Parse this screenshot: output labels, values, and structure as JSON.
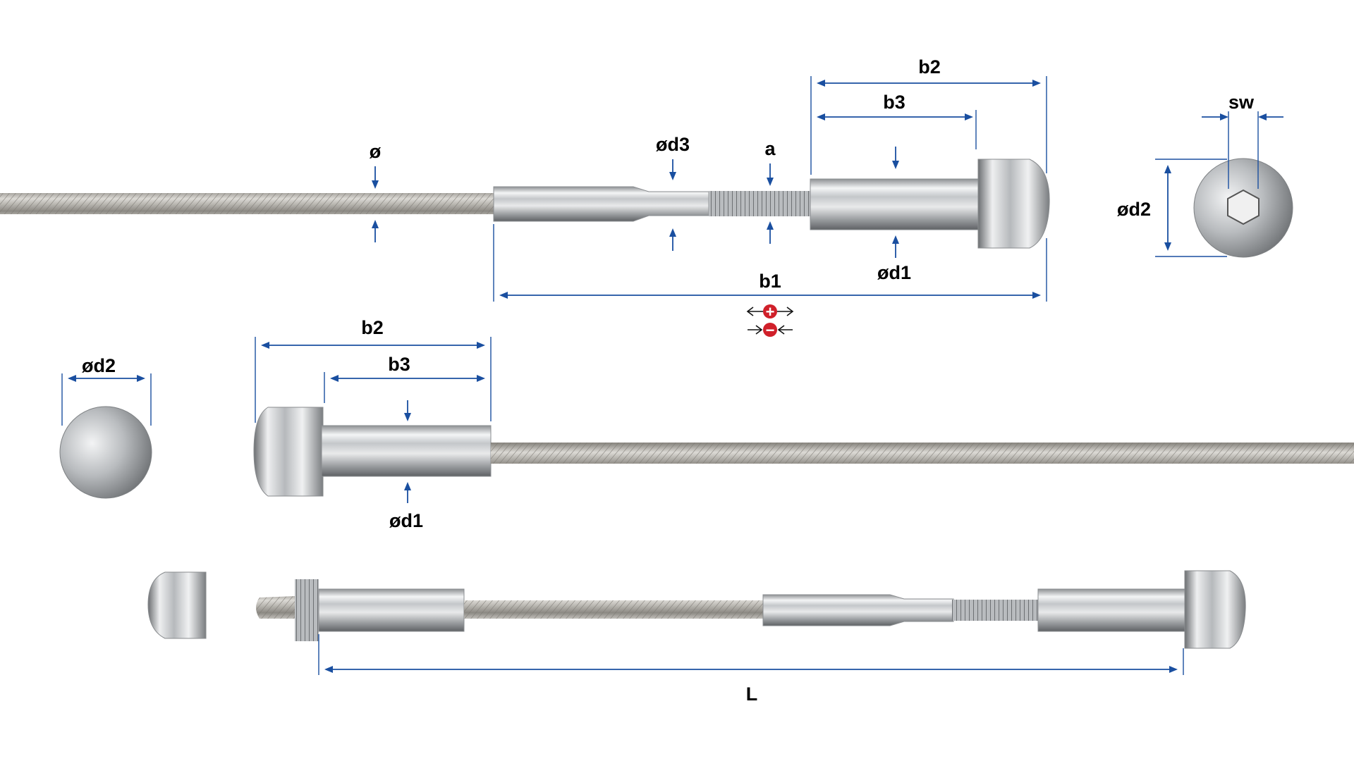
{
  "labels": {
    "diameter": "ø",
    "d3": "ød3",
    "a": "a",
    "b2_top": "b2",
    "b3_top": "b3",
    "d1_top": "ød1",
    "b1": "b1",
    "sw": "sw",
    "d2_right": "ød2",
    "d2_left": "ød2",
    "b2_mid": "b2",
    "b3_mid": "b3",
    "d1_mid": "ød1",
    "L": "L"
  },
  "adjust_symbols": {
    "plus": "+",
    "minus": "−",
    "plus_color": "#d0202a",
    "minus_color": "#d0202a"
  },
  "colors": {
    "dimension_line": "#1a4fa0",
    "label": "#000000",
    "steel": "#c9ccce",
    "cable": "#b9b7b2"
  }
}
